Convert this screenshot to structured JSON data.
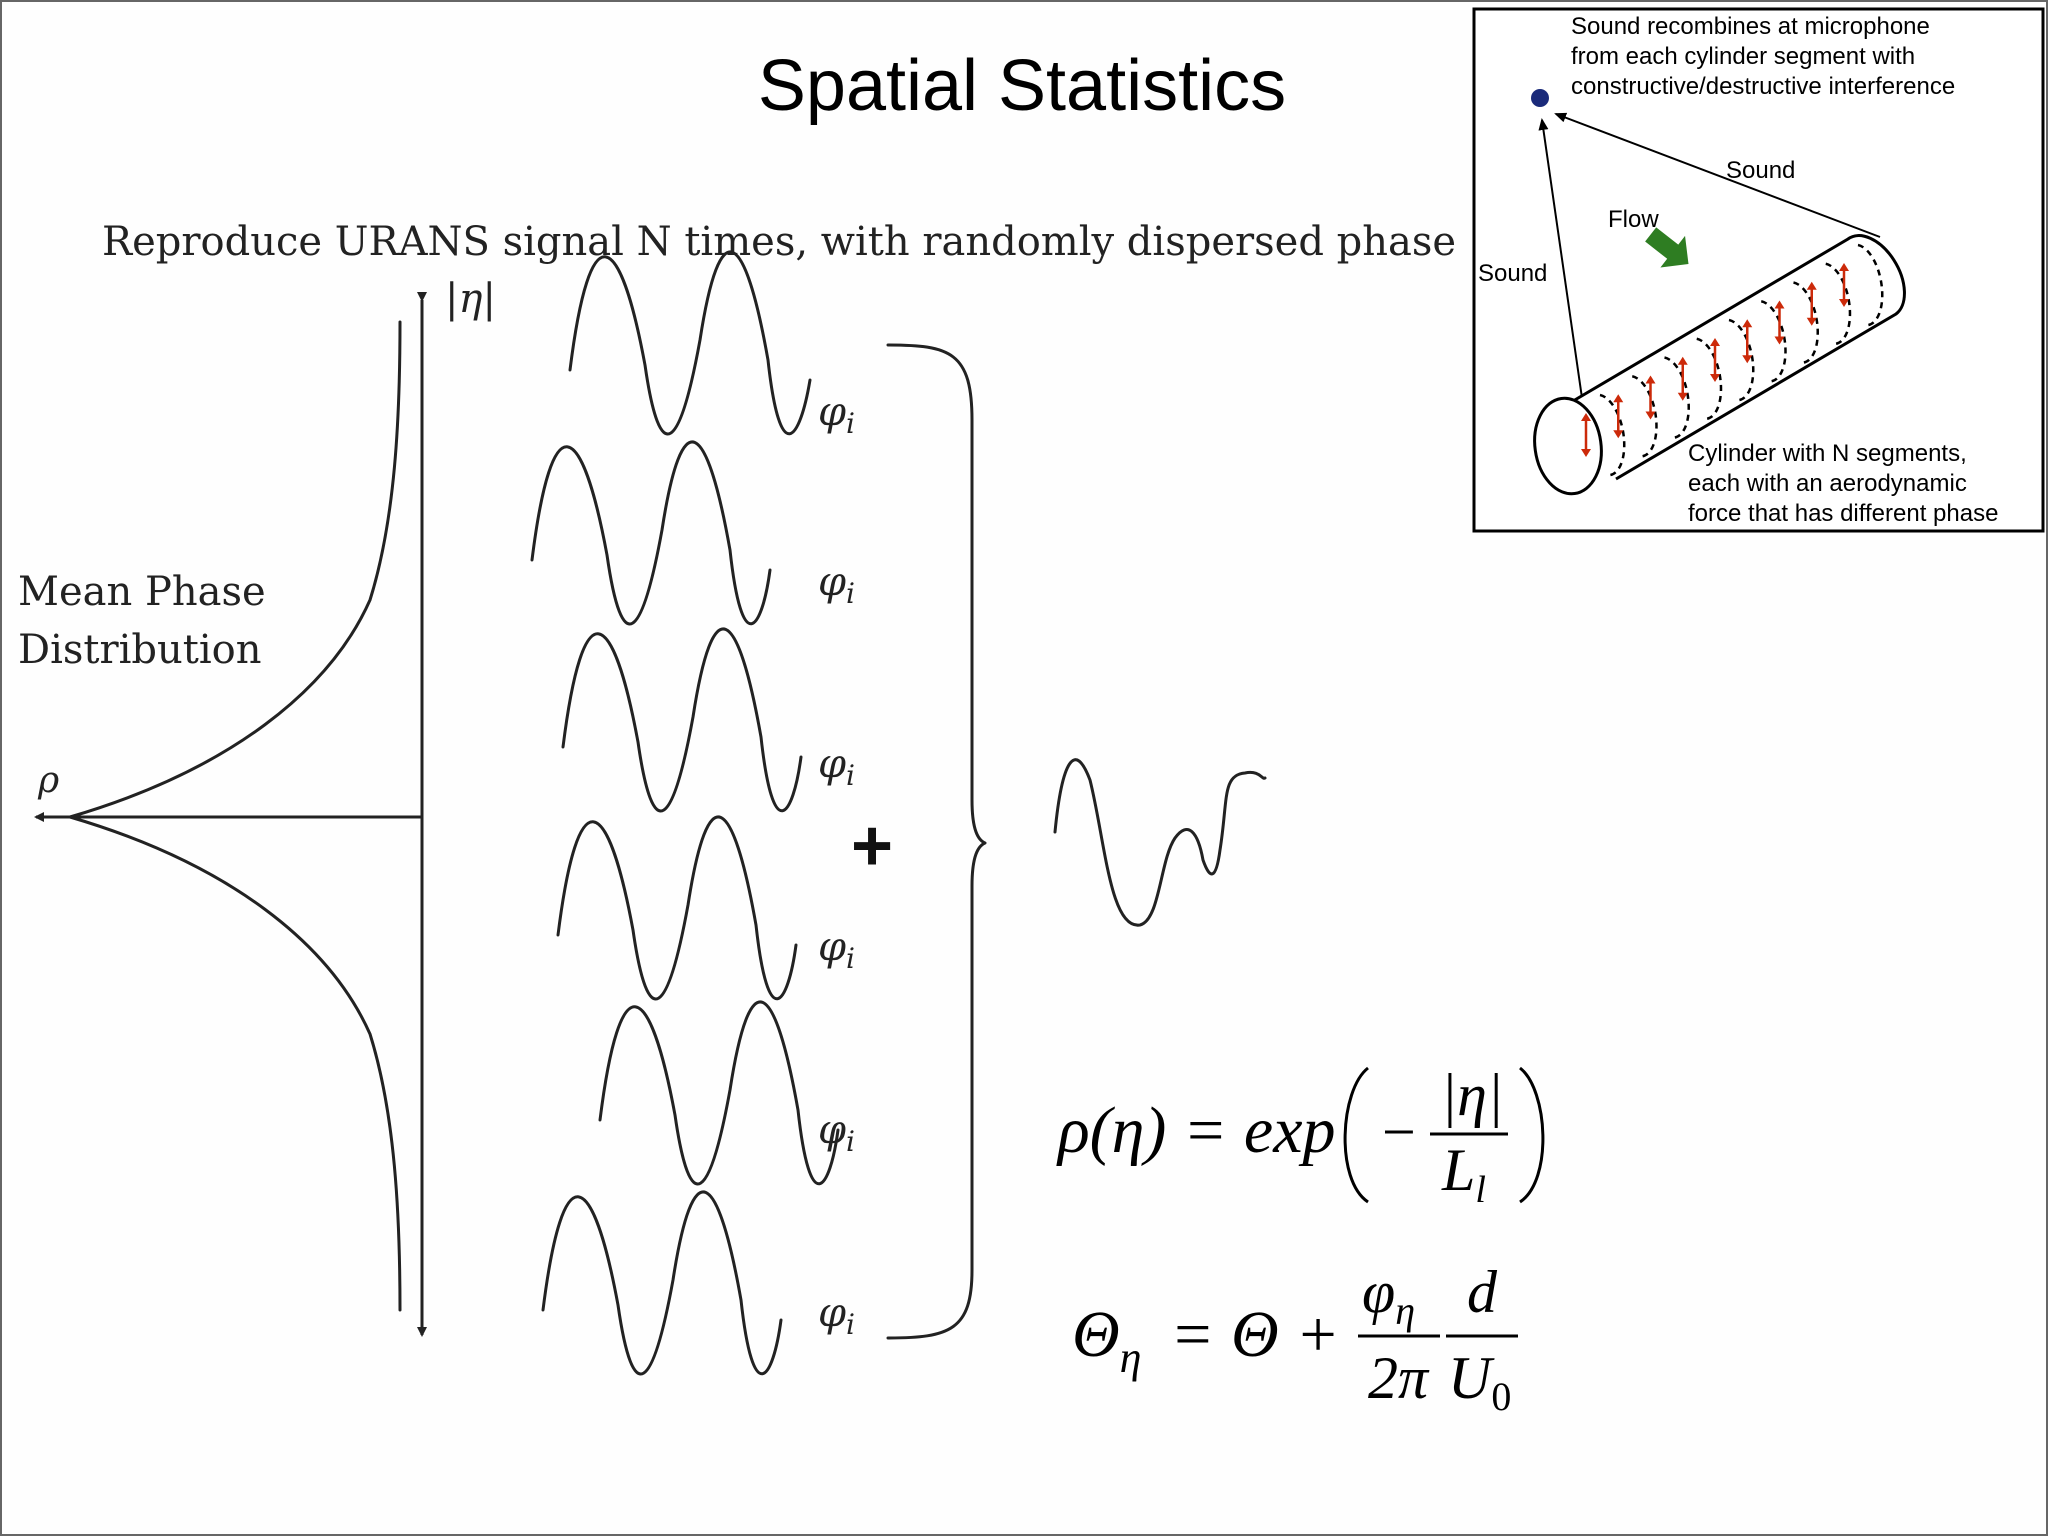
{
  "slide": {
    "title": "Spatial Statistics",
    "subtitle": "Reproduce URANS signal N times, with randomly dispersed phase"
  },
  "distribution": {
    "label_line1": "Mean Phase",
    "label_line2": "Distribution",
    "vertical_axis_label": "|η|",
    "horizontal_axis_label": "ρ"
  },
  "signals": {
    "phase_label": "φ",
    "phase_subscript": "i",
    "plus_sign": "+"
  },
  "equations": {
    "eq1": {
      "lhs": "ρ(η) = exp",
      "minus": "−",
      "numerator": "|η|",
      "denominator_main": "L",
      "denominator_sub": "l"
    },
    "eq2": {
      "lhs_main": "Θ",
      "lhs_sub": "η",
      "rhs": "= Θ +",
      "frac1_num_main": "φ",
      "frac1_num_sub": "η",
      "frac1_den": "2π",
      "frac2_num": "d",
      "frac2_den_main": "U",
      "frac2_den_sub": "0"
    }
  },
  "inset": {
    "caption_top": [
      "Sound recombines at microphone",
      "from each cylinder segment with",
      "constructive/destructive interference"
    ],
    "label_sound_left": "Sound",
    "label_sound_right": "Sound",
    "label_flow": "Flow",
    "caption_bottom": [
      "Cylinder with N segments,",
      "each with an aerodynamic",
      "force that has different phase"
    ],
    "colors": {
      "microphone": "#1a2a7a",
      "flow_arrow": "#2e7d22",
      "force_arrows": "#cc2a0a"
    }
  }
}
